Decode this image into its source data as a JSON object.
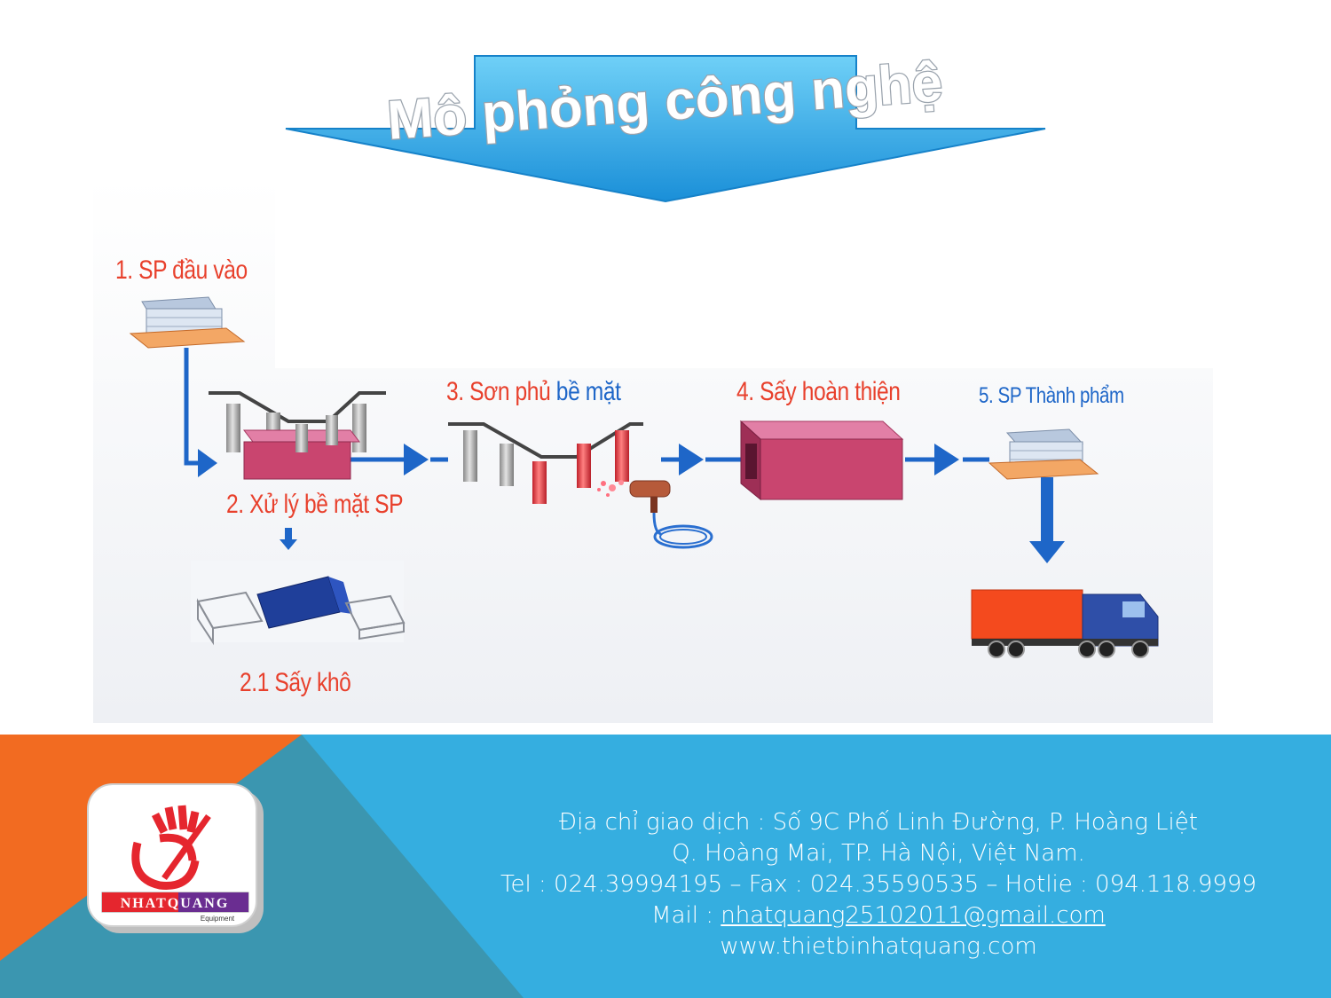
{
  "title": "Mô phỏng công nghệ",
  "steps": {
    "s1": "1. SP đầu vào",
    "s2": "2. Xử lý bề mặt SP",
    "s21": "2.1 Sấy khô",
    "s3a": "3. Sơn phủ",
    "s3b": "bề mặt",
    "s4": "4. Sấy hoàn thiện",
    "s5": "5. SP Thành phẩm"
  },
  "footer": {
    "address_line1": "Địa chỉ giao dịch : Số 9C Phố Linh Đường, P. Hoàng Liệt",
    "address_line2": "Q. Hoàng Mai, TP. Hà Nội, Việt Nam.",
    "phones": "Tel : 024.39994195 – Fax : 024.35590535 – Hotlie : 094.118.9999",
    "mail_label": "Mail : ",
    "mail": "nhatquang25102011@gmail.com",
    "website": "www.thietbinhatquang.com"
  },
  "logo": {
    "brand": "NHATQUANG",
    "sub": "Equipment"
  },
  "colors": {
    "orange": "#f26b21",
    "teal": "#3b96b0",
    "cyan": "#35aee0",
    "arrow_blue": "#1e66c8",
    "label_red": "#e8402c",
    "box_magenta": "#c9456f"
  }
}
